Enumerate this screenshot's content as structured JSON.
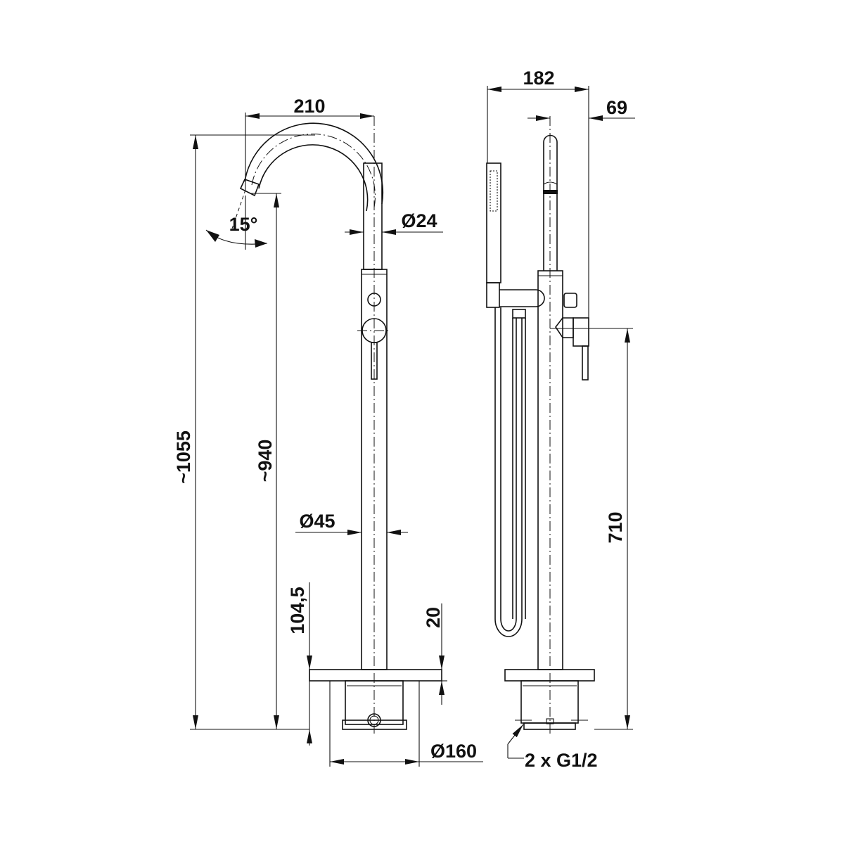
{
  "title": "Freestanding bath mixer dimension drawing",
  "dimensions": {
    "spout_reach": "210",
    "total_height": "~1055",
    "spout_outlet_height": "~940",
    "spout_angle": "15°",
    "spout_diameter": "Ø24",
    "body_diameter": "Ø45",
    "installation_depth": "104,5",
    "base_plate_thickness": "20",
    "base_diameter": "Ø160",
    "side_depth": "182",
    "handle_offset": "69",
    "lever_height": "710",
    "connections": "2 x G1/2"
  }
}
